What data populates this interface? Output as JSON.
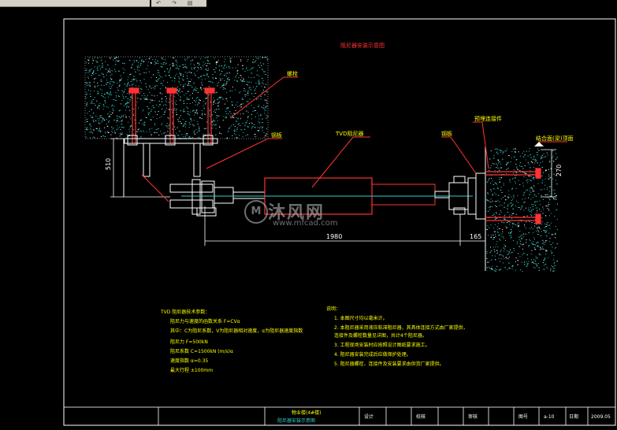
{
  "toolbar": {
    "field_value": "",
    "buttons": [
      {
        "icon": "undo-icon",
        "glyph": "↶"
      },
      {
        "icon": "redo-icon",
        "glyph": "↷"
      },
      {
        "icon": "layer-icon",
        "glyph": "▤"
      }
    ]
  },
  "drawing": {
    "title": "阻尼器安装示意图",
    "labels": {
      "bolt_top": "螺栓",
      "steel_plate_left": "钢板",
      "damper": "TVD阻尼器",
      "steel_plate_right": "钢板",
      "anchor_plate": "预埋连接件",
      "wall_top": "结合面(梁)顶面"
    },
    "dimensions": {
      "left_vertical": "510",
      "bottom_main": "1980",
      "bottom_right": "165",
      "right_vertical": "270"
    },
    "params": {
      "heading": "TVD 阻尼器技术参数：",
      "lines": [
        "阻尼力与速度的函数关系  F=CVα",
        "其中：C为阻尼系数，V为阻尼器相对速度，α为阻尼器速度指数",
        "阻尼力                F=500kN",
        "阻尼系数              C=1500kN (m/s)α",
        "速度指数              α=0.35",
        "最大行程              ±100mm"
      ]
    },
    "notes": {
      "heading": "说明：",
      "lines": [
        "1. 本图尺寸均以毫米计。",
        "2. 本阻尼器采用液压粘滞阻尼器，其具体连接方式由厂家提供，",
        "   连接件及螺栓数量见详图，共计4个阻尼器。",
        "3. 工程现场安装时应按照设计图纸要求施工。",
        "4. 阻尼器安装完成后应做保护处理。",
        "5. 阻尼器螺栓、连接件及安装要求由供货厂家提供。"
      ]
    },
    "title_block": {
      "project_line1": "物业楼(4#楼)",
      "project_line2": "阻尼器安装示意图",
      "design_label": "设计",
      "check_label": "校核",
      "review_label": "审核",
      "drawing_no_label": "图号",
      "drawing_no": "a-10",
      "date_label": "日期",
      "date": "2009.05"
    }
  },
  "watermark": {
    "logo": "M",
    "big": "沐风网",
    "small": "www.mfcad.com"
  },
  "colors": {
    "background": "#000000",
    "frame": "#ffffff",
    "structure": "#ff3333",
    "dimension": "#ffffff",
    "text_label": "#ffff00",
    "title_text": "#ff3333",
    "concrete_dots": "#33cccc",
    "damper_axis": "#33cccc"
  }
}
